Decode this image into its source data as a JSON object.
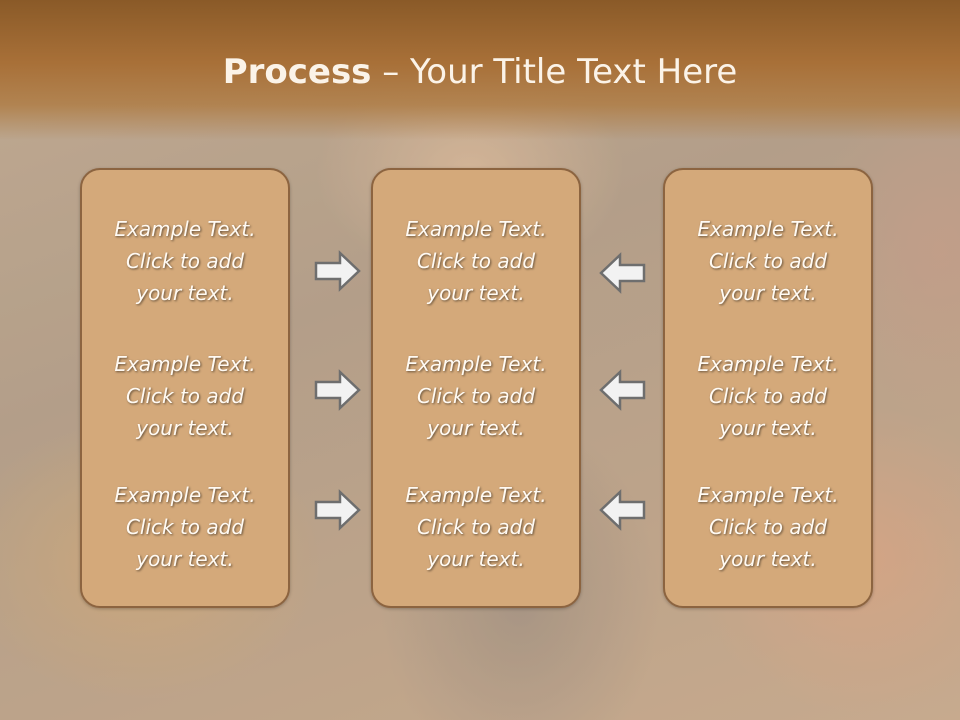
{
  "slide": {
    "title_bold": "Process",
    "title_rest": " – Your Title Text Here"
  },
  "panels": {
    "left": [
      {
        "line1": "Example Text.",
        "line2": "Click  to add",
        "line3": "your text."
      },
      {
        "line1": "Example Text.",
        "line2": "Click  to add",
        "line3": "your text."
      },
      {
        "line1": "Example Text.",
        "line2": "Click  to add",
        "line3": "your text."
      }
    ],
    "center": [
      {
        "line1": "Example Text.",
        "line2": "Click  to add",
        "line3": "your text."
      },
      {
        "line1": "Example Text.",
        "line2": "Click  to add",
        "line3": "your text."
      },
      {
        "line1": "Example Text.",
        "line2": "Click  to add",
        "line3": "your text."
      }
    ],
    "right": [
      {
        "line1": "Example Text.",
        "line2": "Click  to add",
        "line3": "your text."
      },
      {
        "line1": "Example Text.",
        "line2": "Click  to add",
        "line3": "your text."
      },
      {
        "line1": "Example Text.",
        "line2": "Click  to add",
        "line3": "your text."
      }
    ]
  },
  "arrows": {
    "left_to_center": "arrow-right-icon",
    "right_to_center": "arrow-left-icon"
  },
  "colors": {
    "title_band": "#a87038",
    "panel_fill": "#d4a97a",
    "panel_border": "#8c6440",
    "arrow_fill": "#f2f2f2",
    "arrow_stroke": "#6e6e6e"
  }
}
